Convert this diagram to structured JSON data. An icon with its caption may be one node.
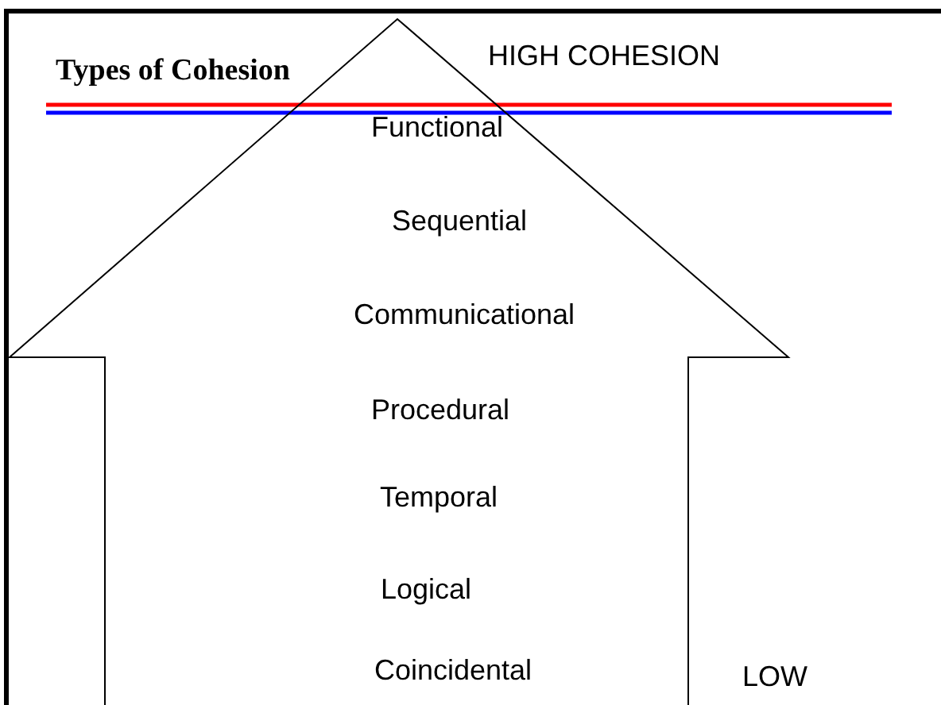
{
  "diagram": {
    "title": "Types of Cohesion",
    "nodes": [
      {
        "text": [
          "Functional",
          "Sequential",
          "Communicational",
          "Procedural",
          "Temporal",
          "Logical",
          "Coincidental"
        ]
      }
    ],
    "labels": [
      "HIGH COHESION",
      "LOW"
    ]
  }
}
